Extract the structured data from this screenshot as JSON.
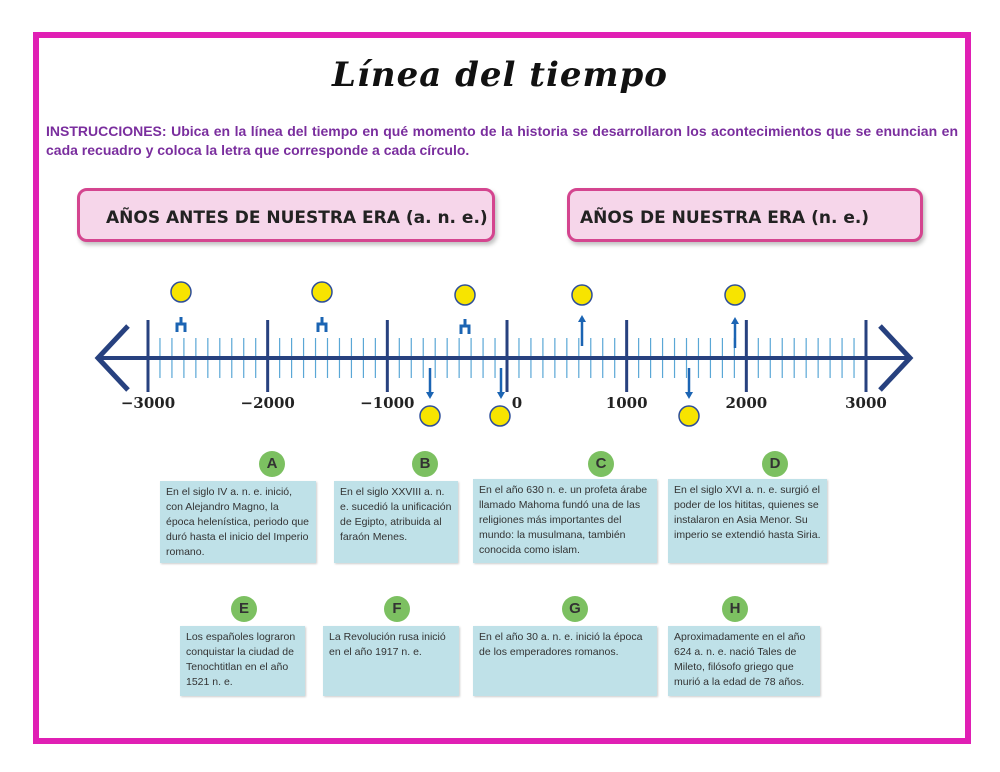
{
  "title": "Línea del tiempo",
  "instructions": "INSTRUCCIONES: Ubica en la línea del tiempo en qué momento de la historia se desarrollaron los acontecimientos que se enuncian en cada recuadro y coloca la letra que corresponde a cada círculo.",
  "eras": {
    "before": "AÑOS ANTES DE NUESTRA ERA (a. n. e.)",
    "after": "AÑOS DE NUESTRA ERA (n. e.)"
  },
  "axis_labels": [
    "−3000",
    "−2000",
    "−1000",
    "0",
    "1000",
    "2000",
    "3000"
  ],
  "colors": {
    "frame": "#e01fb4",
    "axis": "#27417f",
    "ticks": "#5aa7d6",
    "marker": "#1b64b3",
    "circle": "#f7e400",
    "badge": "#7cc061",
    "card": "#bfe1e8"
  },
  "cards": [
    {
      "letter": "A",
      "text": "En el siglo IV a. n. e. inició, con Alejandro Magno, la época helenística, periodo que duró hasta el inicio del Imperio romano."
    },
    {
      "letter": "B",
      "text": "En el siglo XXVIII a. n. e. sucedió la unificación de Egipto, atribuida al faraón Menes."
    },
    {
      "letter": "C",
      "text": "En el año 630 n. e. un profeta árabe llamado Mahoma fundó una de las religiones más importantes del mundo: la musulmana, también conocida como islam."
    },
    {
      "letter": "D",
      "text": "En el siglo XVI a. n. e. surgió el poder de los hititas, quienes se instalaron en Asia Menor. Su imperio se extendió hasta Siria."
    },
    {
      "letter": "E",
      "text": "Los españoles lograron conquistar la ciudad de Tenochtitlan en el año 1521 n. e."
    },
    {
      "letter": "F",
      "text": "La Revolución rusa inició en el año 1917 n. e."
    },
    {
      "letter": "G",
      "text": "En el año 30 a. n. e. inició la época de los emperadores romanos."
    },
    {
      "letter": "H",
      "text": "Aproximadamente en el año 624 a. n. e. nació Tales de Mileto, filósofo griego que murió a la edad de 78 años."
    }
  ]
}
